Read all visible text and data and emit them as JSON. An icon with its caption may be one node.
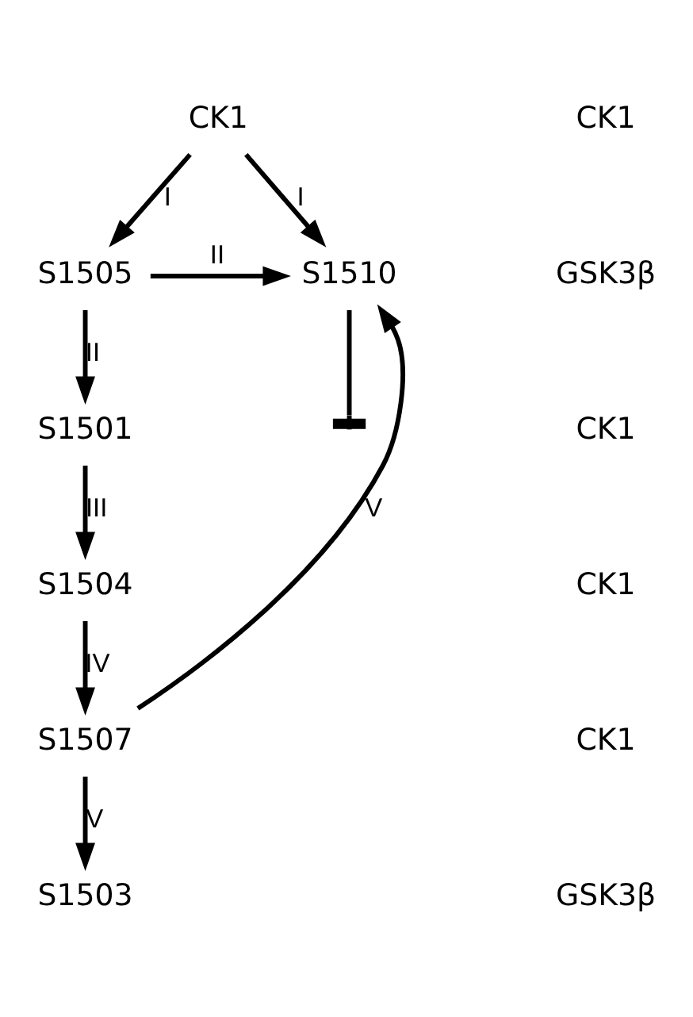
{
  "diagram": {
    "nodes": [
      {
        "text": [
          "CK1"
        ]
      },
      {
        "text": [
          "S1505"
        ]
      },
      {
        "text": [
          "S1510"
        ]
      },
      {
        "text": [
          "S1501"
        ]
      },
      {
        "text": [
          "S1504"
        ]
      },
      {
        "text": [
          "S1507"
        ]
      },
      {
        "text": [
          "S1503"
        ]
      }
    ],
    "edges": [
      {
        "from": 0,
        "to": 1,
        "arrow": "to",
        "label": "I"
      },
      {
        "from": 0,
        "to": 2,
        "arrow": "to",
        "label": "I"
      },
      {
        "from": 1,
        "to": 2,
        "arrow": "to",
        "label": "II"
      },
      {
        "from": 1,
        "to": 3,
        "arrow": "to",
        "label": "II"
      },
      {
        "from": 3,
        "to": 4,
        "arrow": "to",
        "label": "III"
      },
      {
        "from": 4,
        "to": 5,
        "arrow": "to",
        "label": "IV"
      },
      {
        "from": 5,
        "to": 6,
        "arrow": "to",
        "label": "V"
      },
      {
        "from": 5,
        "to": 2,
        "arrow": "to",
        "label": "V"
      },
      {
        "from": 2,
        "to": null,
        "arrow": "other"
      }
    ],
    "labels": [
      "CK1",
      "GSK3β",
      "CK1",
      "CK1",
      "CK1",
      "GSK3β"
    ]
  }
}
